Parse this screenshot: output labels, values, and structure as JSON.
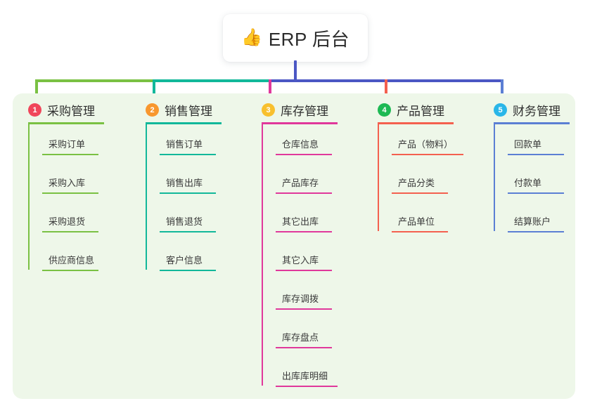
{
  "root": {
    "emoji": "👍",
    "emoji_name": "thumbs-up-icon",
    "title": "ERP 后台",
    "stem_color": "#4b57c4"
  },
  "panel": {
    "background": "#eef7e9"
  },
  "connector": {
    "segments": [
      {
        "name": "green",
        "color": "#7ac143"
      },
      {
        "name": "teal",
        "color": "#12b89a"
      },
      {
        "name": "indigo",
        "color": "#4b57c4"
      }
    ]
  },
  "columns": [
    {
      "index": "1",
      "title": "采购管理",
      "badge_color": "#f0465a",
      "line_color": "#7ac143",
      "drop_color": "#7ac143",
      "items": [
        {
          "label": "采购订单"
        },
        {
          "label": "采购入库"
        },
        {
          "label": "采购退货"
        },
        {
          "label": "供应商信息"
        }
      ]
    },
    {
      "index": "2",
      "title": "销售管理",
      "badge_color": "#f8972e",
      "line_color": "#12b89a",
      "drop_color": "#12b89a",
      "items": [
        {
          "label": "销售订单"
        },
        {
          "label": "销售出库"
        },
        {
          "label": "销售退货"
        },
        {
          "label": "客户信息"
        }
      ]
    },
    {
      "index": "3",
      "title": "库存管理",
      "badge_color": "#f8c02e",
      "line_color": "#e0389b",
      "drop_color": "#e0389b",
      "items": [
        {
          "label": "仓库信息"
        },
        {
          "label": "产品库存"
        },
        {
          "label": "其它出库"
        },
        {
          "label": "其它入库"
        },
        {
          "label": "库存调拨"
        },
        {
          "label": "库存盘点"
        },
        {
          "label": "出库库明细"
        }
      ]
    },
    {
      "index": "4",
      "title": "产品管理",
      "badge_color": "#1db954",
      "line_color": "#f4604f",
      "drop_color": "#f4604f",
      "items": [
        {
          "label": "产品（物料）"
        },
        {
          "label": "产品分类"
        },
        {
          "label": "产品单位"
        }
      ]
    },
    {
      "index": "5",
      "title": "财务管理",
      "badge_color": "#29b6e8",
      "line_color": "#5b7fd4",
      "drop_color": "#5b7fd4",
      "items": [
        {
          "label": "回款单"
        },
        {
          "label": "付款单"
        },
        {
          "label": "结算账户"
        }
      ]
    }
  ]
}
